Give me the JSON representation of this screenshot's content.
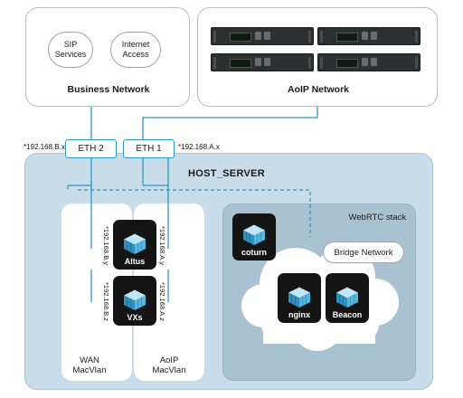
{
  "business_network": {
    "title": "Business Network",
    "services": [
      {
        "label": "SIP\nServices"
      },
      {
        "label": "Internet\nAccess"
      }
    ]
  },
  "aoip_network": {
    "title": "AoIP Network",
    "device_count": 4
  },
  "host": {
    "title": "HOST_SERVER",
    "eth2": {
      "label": "ETH 2",
      "ip": "*192.168.B.x"
    },
    "eth1": {
      "label": "ETH 1",
      "ip": "*192.168.A.x"
    },
    "wan_macvlan": "WAN\nMacVlan",
    "aoip_macvlan": "AoIP\nMacVlan",
    "containers": {
      "altus": {
        "label": "Altus",
        "wan_ip": "*192.168.B.y",
        "aoip_ip": "*192.168.A.y"
      },
      "vxs": {
        "label": "VXs",
        "wan_ip": "*192.168.B.z",
        "aoip_ip": "*192.168.A.z"
      }
    }
  },
  "webrtc_stack": {
    "title": "WebRTC stack",
    "bridge_network": "Bridge Network",
    "coturn": "coturn",
    "nginx": "nginx",
    "beacon": "Beacon"
  },
  "colors": {
    "line": "#2d96c4",
    "host_bg": "#c8dde9",
    "stack_bg": "#a8c2d2",
    "tile": "#141414"
  }
}
